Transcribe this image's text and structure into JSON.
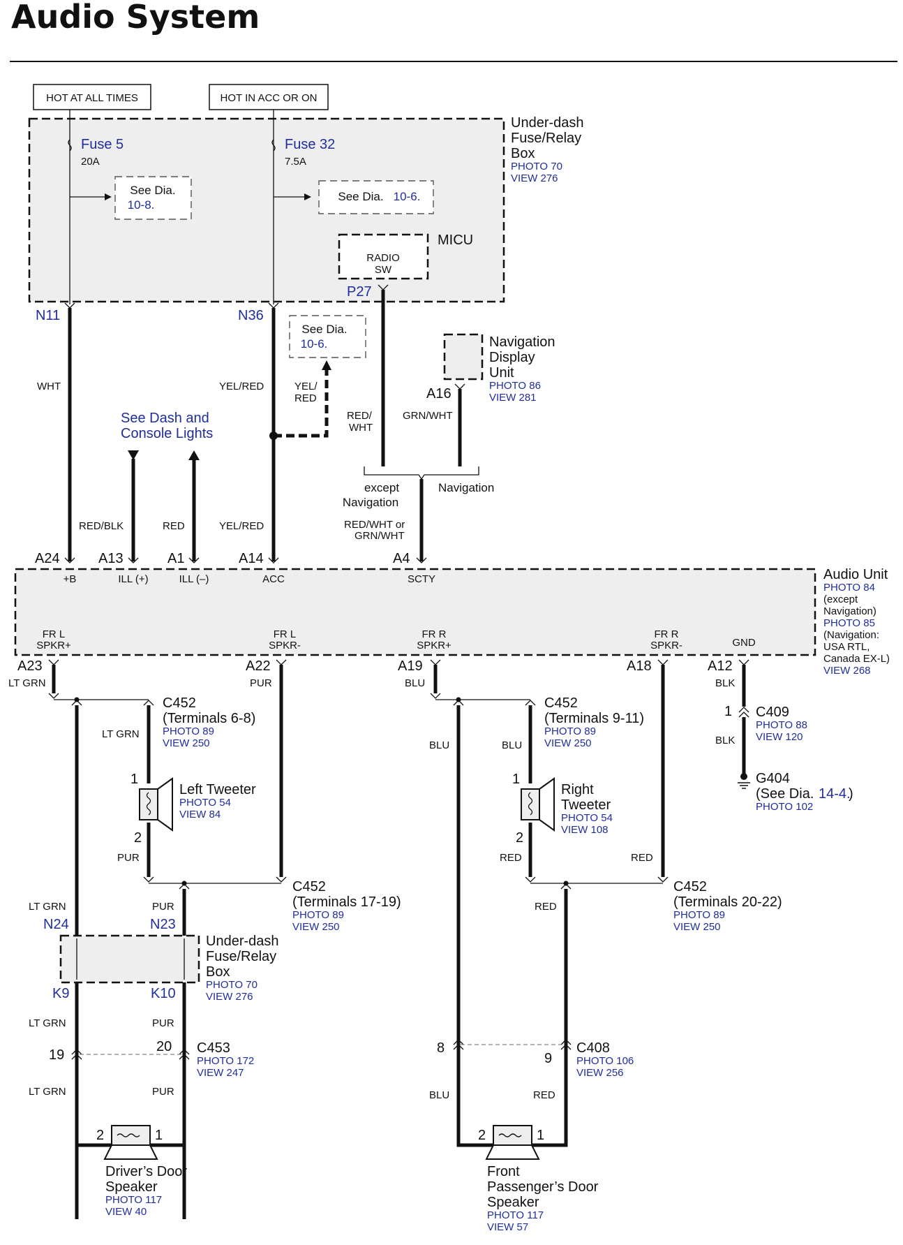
{
  "title": "Audio System",
  "power": {
    "hot_at_all_times": "HOT AT ALL TIMES",
    "hot_in_acc_or_on": "HOT IN ACC OR ON"
  },
  "fuse_box_top": {
    "name_line1": "Under-dash",
    "name_line2": "Fuse/Relay",
    "name_line3": "Box",
    "photo": "PHOTO 70",
    "view": "VIEW 276"
  },
  "fuse5": {
    "name": "Fuse 5",
    "rating": "20A",
    "see_dia": "See Dia.",
    "see_dia_ref": "10-8."
  },
  "fuse32": {
    "name": "Fuse 32",
    "rating": "7.5A",
    "see_dia": "See Dia.",
    "see_dia_ref": "10-6."
  },
  "micu": {
    "name": "MICU",
    "radio_sw_line1": "RADIO",
    "radio_sw_line2": "SW",
    "terminal": "P27"
  },
  "terminals_top": {
    "n11": "N11",
    "n36": "N36"
  },
  "see_dia_mid": {
    "text": "See Dia.",
    "ref": "10-6."
  },
  "nav_display": {
    "line1": "Navigation",
    "line2": "Display",
    "line3": "Unit",
    "photo": "PHOTO 86",
    "view": "VIEW 281",
    "terminal": "A16"
  },
  "wire_colors": {
    "wht": "WHT",
    "yel_red": "YEL/RED",
    "yel_red_split_1": "YEL/",
    "yel_red_split_2": "RED",
    "red_wht_1": "RED/",
    "red_wht_2": "WHT",
    "grn_wht": "GRN/WHT",
    "red_blk": "RED/BLK",
    "red": "RED",
    "yel_red_2": "YEL/RED",
    "sctyline1": "RED/WHT or",
    "sctyline2": "GRN/WHT"
  },
  "dash_lights": {
    "line1": "See Dash and",
    "line2": "Console Lights"
  },
  "nav_branch": {
    "except_line1": "except",
    "except_line2": "Navigation",
    "nav": "Navigation"
  },
  "audio_unit": {
    "name": "Audio Unit",
    "photo1": "PHOTO 84",
    "note1a": "(except",
    "note1b": "Navigation)",
    "photo2": "PHOTO 85",
    "note2a": "(Navigation:",
    "note2b": "USA RTL,",
    "note2c": "Canada EX-L)",
    "view": "VIEW 268",
    "top_terminals": [
      {
        "pin": "A24",
        "name": "+B"
      },
      {
        "pin": "A13",
        "name": "ILL (+)"
      },
      {
        "pin": "A1",
        "name": "ILL (–)"
      },
      {
        "pin": "A14",
        "name": "ACC"
      },
      {
        "pin": "A4",
        "name": "SCTY"
      }
    ],
    "bottom_terminals": [
      {
        "pin": "A23",
        "name1": "FR L",
        "name2": "SPKR+",
        "color": "LT GRN"
      },
      {
        "pin": "A22",
        "name1": "FR L",
        "name2": "SPKR-",
        "color": "PUR"
      },
      {
        "pin": "A19",
        "name1": "FR R",
        "name2": "SPKR+",
        "color": "BLU"
      },
      {
        "pin": "A18",
        "name1": "FR  R",
        "name2": "SPKR-",
        "color": ""
      },
      {
        "pin": "A12",
        "name1": "",
        "name2": "GND",
        "color": "BLK"
      }
    ]
  },
  "c452_left_top": {
    "name": "C452",
    "terms": "(Terminals 6-8)",
    "photo": "PHOTO 89",
    "view": "VIEW 250"
  },
  "c452_right_top": {
    "name": "C452",
    "terms": "(Terminals 9-11)",
    "photo": "PHOTO 89",
    "view": "VIEW 250"
  },
  "c452_left_bot": {
    "name": "C452",
    "terms": "(Terminals 17-19)",
    "photo": "PHOTO 89",
    "view": "VIEW 250"
  },
  "c452_right_bot": {
    "name": "C452",
    "terms": "(Terminals 20-22)",
    "photo": "PHOTO 89",
    "view": "VIEW 250"
  },
  "c409": {
    "name": "C409",
    "photo": "PHOTO 88",
    "view": "VIEW 120",
    "pin": "1",
    "color_top": "BLK",
    "color_bot": "BLK"
  },
  "g404": {
    "name": "G404",
    "see": "(See Dia.",
    "ref": "14-4.",
    "close": ")",
    "photo": "PHOTO 102"
  },
  "left_tweeter": {
    "name": "Left Tweeter",
    "photo": "PHOTO 54",
    "view": "VIEW 84",
    "pin1": "1",
    "pin2": "2"
  },
  "right_tweeter": {
    "name1": "Right",
    "name2": "Tweeter",
    "photo": "PHOTO 54",
    "view": "VIEW 108",
    "pin1": "1",
    "pin2": "2"
  },
  "tweeter_wire_colors": {
    "l_top": "LT GRN",
    "l_bot": "PUR",
    "r_top": "BLU",
    "r_outer": "BLU",
    "r_bot": "RED",
    "r_neg": "RED",
    "r_after": "RED"
  },
  "fuse_box_low": {
    "name_line1": "Under-dash",
    "name_line2": "Fuse/Relay",
    "name_line3": "Box",
    "photo": "PHOTO 70",
    "view": "VIEW 276",
    "n24": "N24",
    "n23": "N23",
    "k9": "K9",
    "k10": "K10",
    "c_ltgrn": "LT GRN",
    "c_pur": "PUR",
    "c_ltgrn2": "LT GRN",
    "c_pur2": "PUR"
  },
  "c453": {
    "name": "C453",
    "photo": "PHOTO 172",
    "view": "VIEW 247",
    "pin_a": "19",
    "pin_b": "20",
    "c_ltgrn": "LT GRN",
    "c_pur": "PUR"
  },
  "c408": {
    "name": "C408",
    "photo": "PHOTO 106",
    "view": "VIEW 256",
    "pin_a": "8",
    "pin_b": "9",
    "c_blu": "BLU",
    "c_red": "RED"
  },
  "driver_speaker": {
    "line1": "Driver’s Door",
    "line2": "Speaker",
    "photo": "PHOTO 117",
    "view": "VIEW 40",
    "pin_a": "2",
    "pin_b": "1"
  },
  "pass_speaker": {
    "line1": "Front",
    "line2": "Passenger’s Door",
    "line3": "Speaker",
    "photo": "PHOTO 117",
    "view": "VIEW 57",
    "pin_a": "2",
    "pin_b": "1"
  }
}
